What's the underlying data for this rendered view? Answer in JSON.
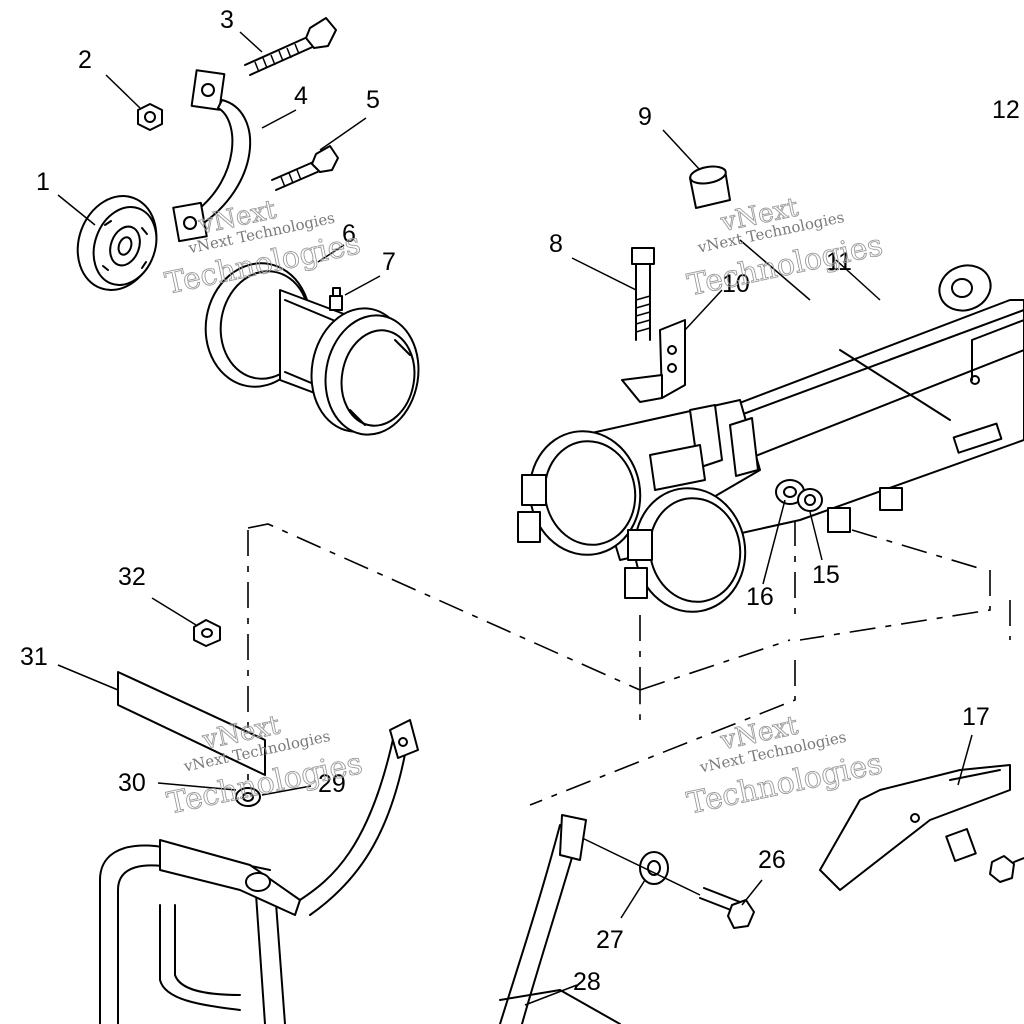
{
  "diagram": {
    "callouts": [
      "1",
      "2",
      "3",
      "4",
      "5",
      "6",
      "7",
      "8",
      "9",
      "10",
      "11",
      "12",
      "15",
      "16",
      "17",
      "26",
      "27",
      "28",
      "29",
      "30",
      "31",
      "32"
    ]
  },
  "watermark": {
    "brand": "vNext",
    "line1": "vNext Technologies",
    "line2": "Technologies"
  }
}
